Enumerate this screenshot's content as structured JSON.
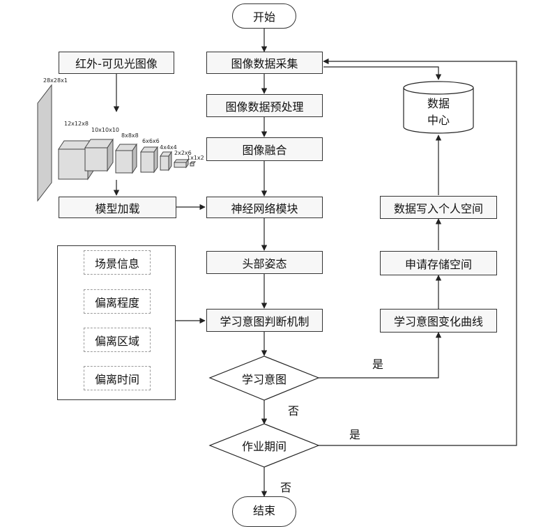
{
  "nodes": {
    "start": "开始",
    "acquire": "图像数据采集",
    "preprocess": "图像数据预处理",
    "fusion": "图像融合",
    "nn_module": "神经网络模块",
    "head_pose": "头部姿态",
    "judge": "学习意图判断机制",
    "decision_intent": "学习意图",
    "decision_work": "作业期间",
    "end": "结束",
    "ir_image": "红外-可见光图像",
    "model_load": "模型加载",
    "curve": "学习意图变化曲线",
    "apply_storage": "申请存储空间",
    "write_personal": "数据写入个人空间",
    "data_center_line1": "数据",
    "data_center_line2": "中心"
  },
  "factors": [
    "场景信息",
    "偏离程度",
    "偏离区域",
    "偏离时间"
  ],
  "edge_labels": {
    "yes_1": "是",
    "no_1": "否",
    "yes_2": "是",
    "no_2": "否"
  },
  "cnn_layers": [
    "28x28x1",
    "12x12x8",
    "10x10x10",
    "8x8x8",
    "6x6x6",
    "4x4x4",
    "2x2x6",
    "1x1x2"
  ]
}
